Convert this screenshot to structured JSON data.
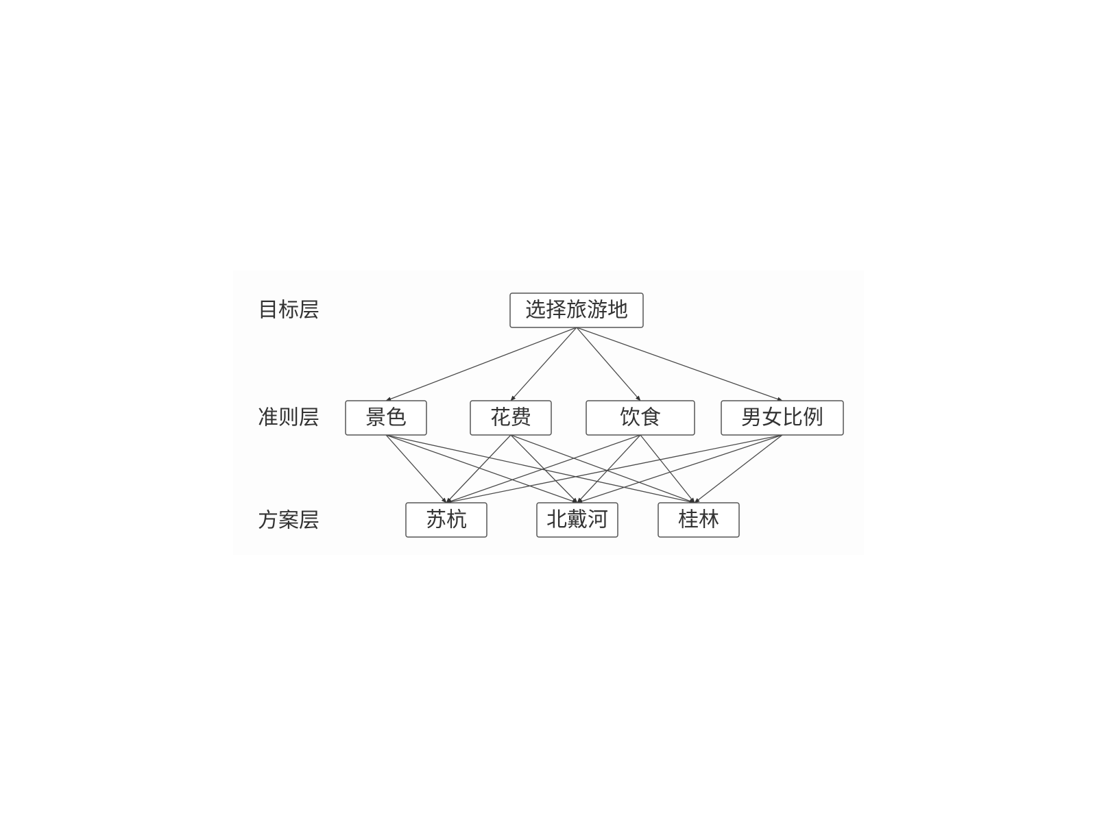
{
  "layers": {
    "goal": "目标层",
    "criteria": "准则层",
    "alternatives": "方案层"
  },
  "goal": {
    "label": "选择旅游地"
  },
  "criteria": [
    {
      "label": "景色"
    },
    {
      "label": "花费"
    },
    {
      "label": "饮食"
    },
    {
      "label": "男女比例"
    }
  ],
  "alternatives": [
    {
      "label": "苏杭"
    },
    {
      "label": "北戴河"
    },
    {
      "label": "桂林"
    }
  ],
  "colors": {
    "line": "#4a4a4a",
    "box_border": "#555555",
    "text": "#333333"
  }
}
